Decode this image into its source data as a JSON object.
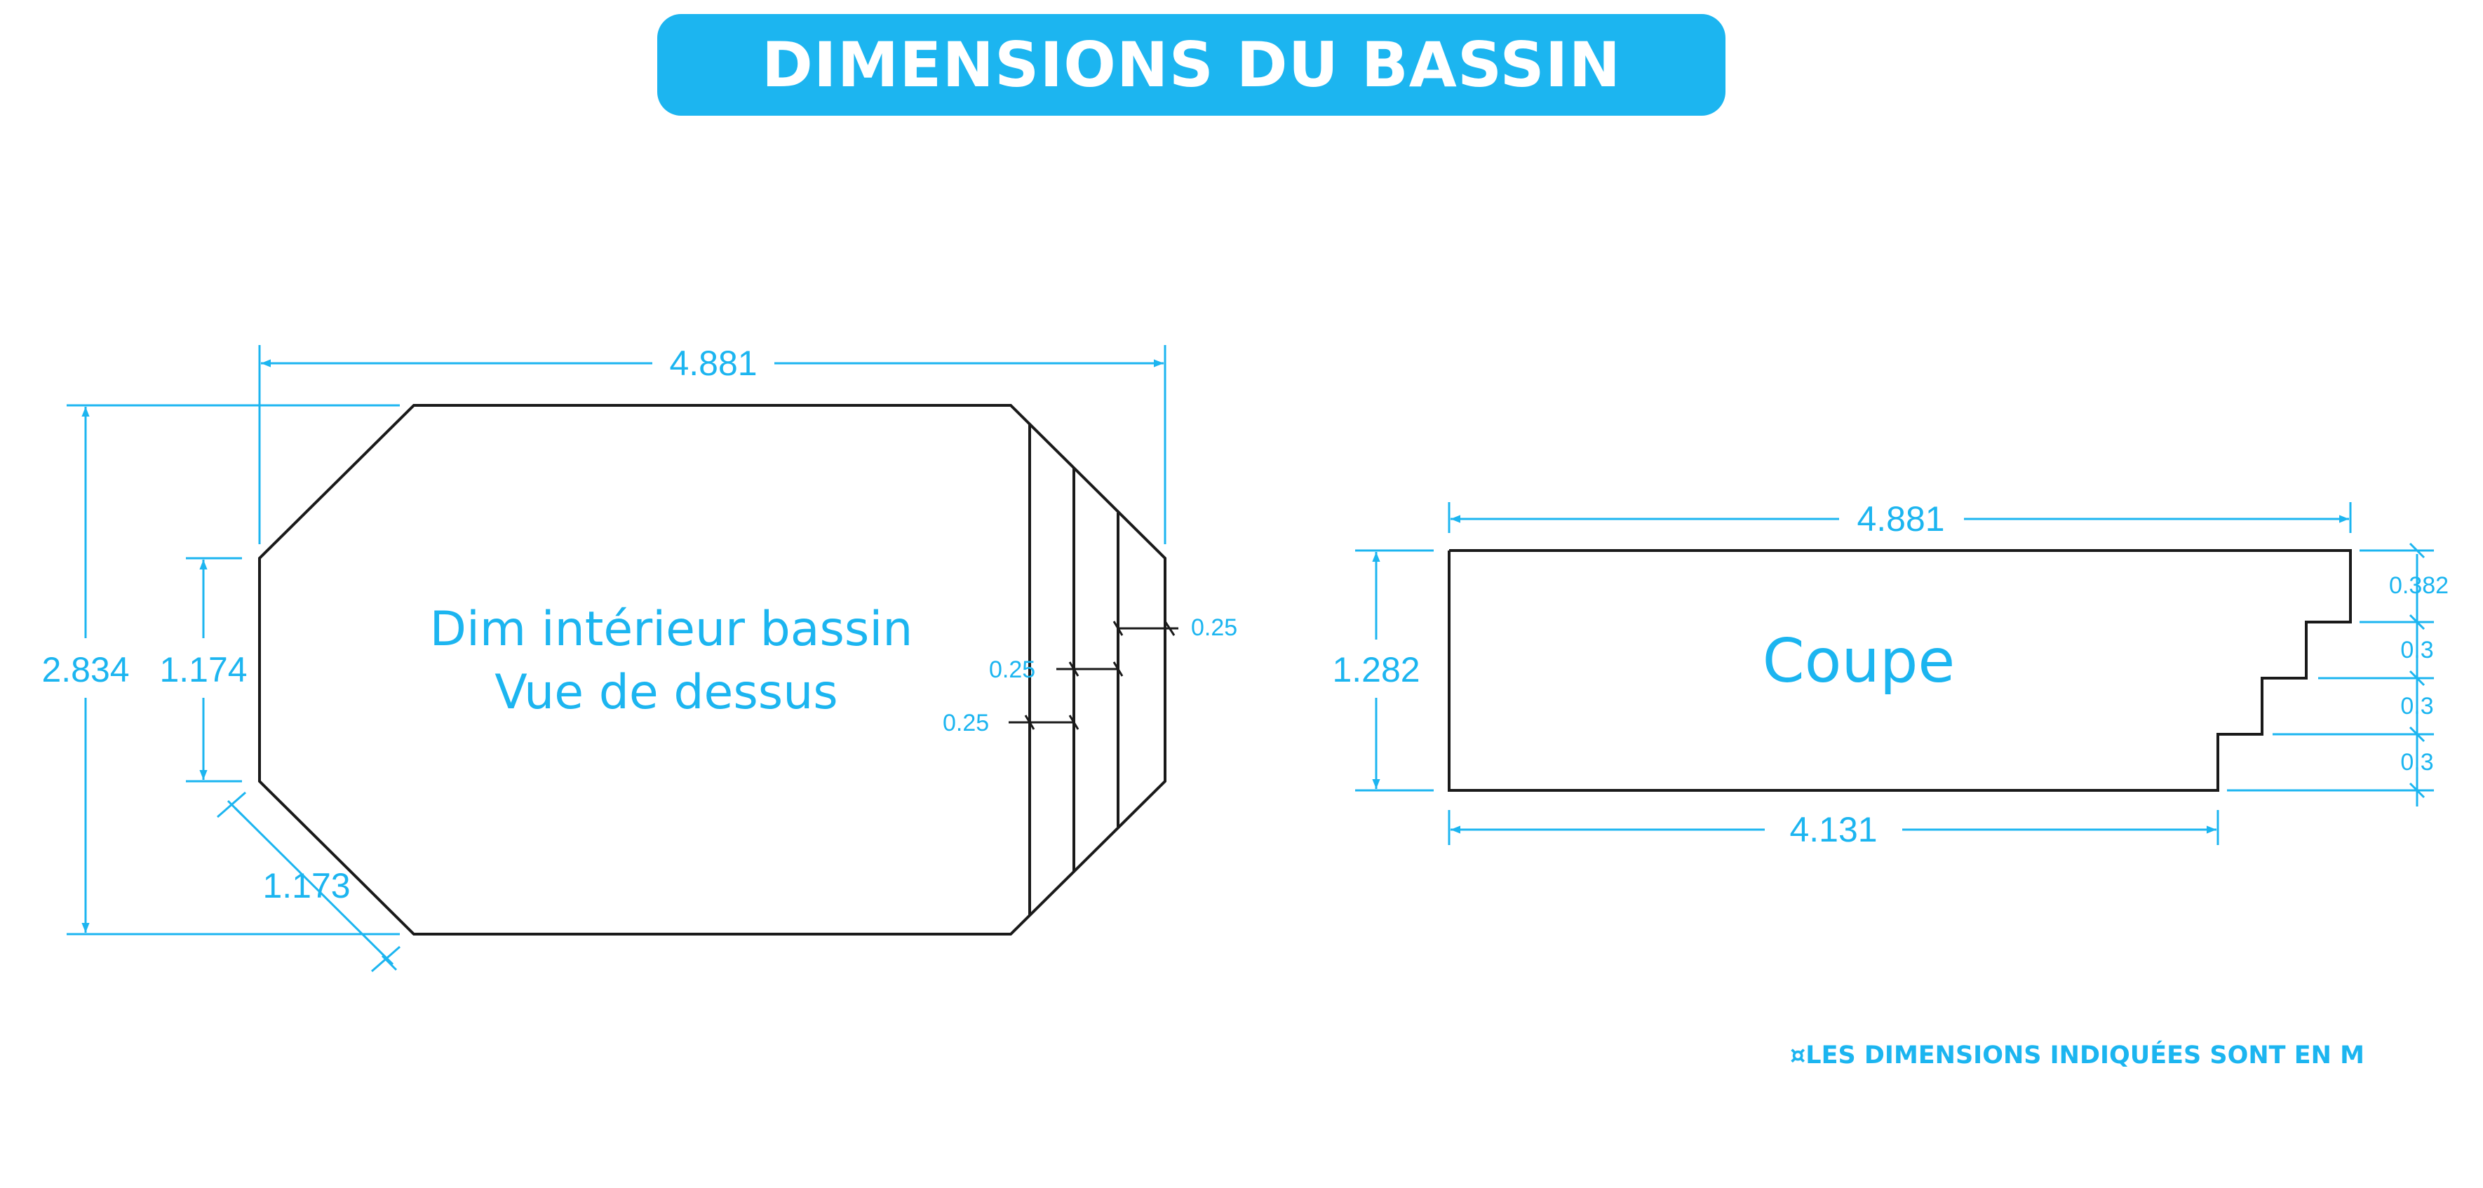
{
  "title": "DIMENSIONS DU BASSIN",
  "top_view": {
    "label_line1": "Dim intérieur bassin",
    "label_line2": "Vue de dessus",
    "overall_length": "4.881",
    "overall_width": "2.834",
    "end_side_length": "1.174",
    "diagonal_side": "1.173",
    "step_depths": [
      "0.25",
      "0.25",
      "0.25"
    ]
  },
  "section_view": {
    "label": "Coupe",
    "overall_length": "4.881",
    "floor_length": "4.131",
    "depth": "1.282",
    "top_step": "0.382",
    "step_heights": [
      "0.3",
      "0.3",
      "0.3"
    ]
  },
  "footnote": "¤LES DIMENSIONS INDIQUÉES SONT EN M",
  "colors": {
    "accent": "#1cb5f0",
    "line": "#1a1a1a"
  }
}
